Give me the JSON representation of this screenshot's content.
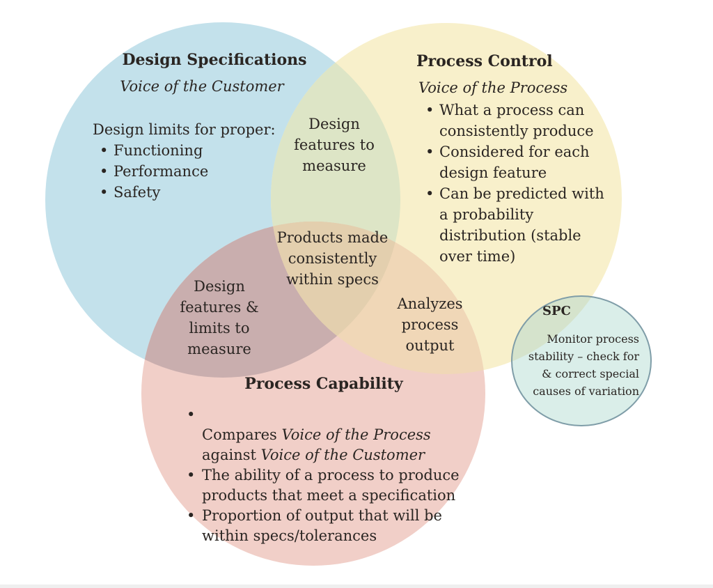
{
  "colors": {
    "background": "#ffffff",
    "text": "#2a2522",
    "design_specs_fill": "#c3e1eb",
    "process_control_fill": "#f8f0cb",
    "process_capability_fill": "#f1cfc8",
    "specs_control_overlap_fill": "#dde5c6",
    "specs_capability_overlap_fill": "#c9aeae",
    "control_capability_overlap_fill": "#f0d7b7",
    "triple_overlap_fill": "#e3cfae",
    "spc_fill": "#daeee9",
    "spc_control_overlap_fill": "#d5e3cc",
    "spc_border": "#7f9da8"
  },
  "design_specifications": {
    "title": "Design Specifications",
    "subtitle": "Voice of the Customer",
    "intro": "Design limits for proper:",
    "bullets": [
      "Functioning",
      "Performance",
      "Safety"
    ]
  },
  "process_control": {
    "title": "Process Control",
    "subtitle": "Voice of the Process",
    "bullets": [
      "What a process can\nconsistently produce",
      "Considered for each\ndesign feature",
      "Can be predicted with\na probability\ndistribution (stable\nover time)"
    ]
  },
  "process_capability": {
    "title": "Process Capability",
    "bullets": [
      {
        "parts": [
          {
            "t": "Compares ",
            "italic": false
          },
          {
            "t": "Voice of the Process",
            "italic": true
          },
          {
            "t": "\nagainst ",
            "italic": false
          },
          {
            "t": "Voice of the Customer",
            "italic": true
          }
        ]
      },
      {
        "parts": [
          {
            "t": "The ability of a process to produce\nproducts that meet a specification",
            "italic": false
          }
        ]
      },
      {
        "parts": [
          {
            "t": "Proportion of output that will be\nwithin specs/tolerances",
            "italic": false
          }
        ]
      }
    ]
  },
  "overlaps": {
    "specs_control": "Design\nfeatures to\nmeasure",
    "triple": "Products made\nconsistently\nwithin specs",
    "specs_capability": "Design\nfeatures &\nlimits to\nmeasure",
    "control_capability": "Analyzes\nprocess\noutput"
  },
  "spc": {
    "title": "SPC",
    "body": "Monitor process\nstability – check for\n& correct special\ncauses of variation"
  }
}
